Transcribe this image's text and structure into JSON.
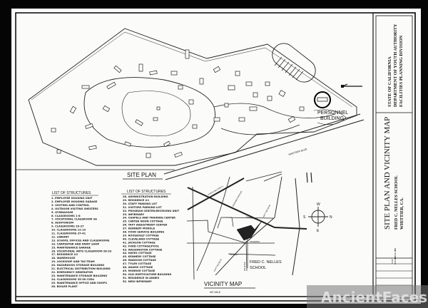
{
  "title_block": {
    "agency": [
      "STATE OF CALIFORNIA",
      "DEPARTMENT OF YOUTH AUTHORITY",
      "FACILITIES PLANNING DIVISION"
    ],
    "sheet_title": "SITE PLAN AND VICINITY MAP",
    "school": "FRED C. NELLES SCHOOL",
    "city": "WHITTIER, CA.",
    "date_label": "DATE",
    "date_value": "OCTOBER 31, 1994"
  },
  "site_plan": {
    "title": "SITE PLAN",
    "personnel_label_1": "PERSONNEL",
    "personnel_label_2": "BUILDING",
    "road_label": "WHITTIER BLVD"
  },
  "structures_left": {
    "heading": "LIST OF STRUCTURES",
    "items": [
      "1. EMPLOYEE HOUSING UNIT",
      "2. EMPLOYEE HOUSING GARAGE",
      "3. VISITING AND CONTROL",
      "4. OUTDOOR VISITING SHELTERS",
      "5. GYMNASIUM",
      "6. CLASSROOMS 1-8",
      "7. VOCATIONAL CLASSROOM 9A",
      "8. AUDITORIUM",
      "9. CLASSROOMS 20-27",
      "10. CLASSROOMS 12-19",
      "11. CLASSROOMS 37-41",
      "12. LIBRARY",
      "13. SCHOOL OFFICES AND CLASSROOMS",
      "14. CARPENTER AND PAINT SHOP",
      "15. MAINTENANCE GARAGE",
      "16. VOCATIONAL ARTS CLASSROOM 28-33",
      "17. RESIDENCE #2",
      "18. WAREHOUSE",
      "19. LOCKSHOP AND TAC-TEAM",
      "20. HAZARDOUS STORAGE BUILDING",
      "21. ELECTRICAL DISTRIBUTION BUILDING",
      "22. EMERGENCY GENERATOR",
      "23. MAINTENANCE STORAGE BUILDING",
      "24. CLASSROOMS 35-36 CSEA",
      "25. MAINTENANCE OFFICE AND SHOPS",
      "26. BOILER PLANT"
    ]
  },
  "structures_right": {
    "heading": "LIST OF STRUCTURES",
    "items": [
      "28. ADMINISTRATION BUILDING",
      "29. RESIDENCE #1",
      "30. STAFF PARKING LOT",
      "31. VISITORS PARKING LOT",
      "32. PROGRAM CENTER/RECEIVING UNIT",
      "33. INFIRMARY",
      "34. CHAPELS AND TRAINING CENTER",
      "35. CARTER NOON COTTAGE",
      "36. TAFT ADJUSTMENT CENTER",
      "37. KENNEDY MODULE",
      "38. FOOD SERVICE BUILDING",
      "39. ROOSEVELT COTTAGE",
      "40. CLEVELAND COTTAGE",
      "41. JACKSON COTTAGE",
      "42. FORD COTTAGE/POOL",
      "43. WASHINGTON COTTAGE",
      "44. HAYES COTTAGE",
      "45. KENNEDY COTTAGE",
      "46. MADISON COTTAGE",
      "47. TYLER COTTAGE",
      "48. ADAMS COTTAGE",
      "49. MONROE COTTAGE",
      "50. OLD HORTICULTURE BUILDING",
      "51. RESIDENCE IN ANNEX",
      "52. NEW INFIRMARY"
    ]
  },
  "vicinity_map": {
    "title": "VICINITY MAP",
    "scale_note": "NO SALE",
    "school_label_1": "FRED C. NELLES",
    "school_label_2": "SCHOOL",
    "streets": [
      "SANTA ANA FRWY 5",
      "WASHINGTON BLVD",
      "WHITTIER BLVD",
      "SORENSEN",
      "PICKERING",
      "PAINTER",
      "PALM AVE",
      "WHITTIER BLVD"
    ],
    "compass": {
      "top": "W",
      "left": "S",
      "right": "N",
      "bottom": "E"
    }
  },
  "watermark": "AncientFaces"
}
